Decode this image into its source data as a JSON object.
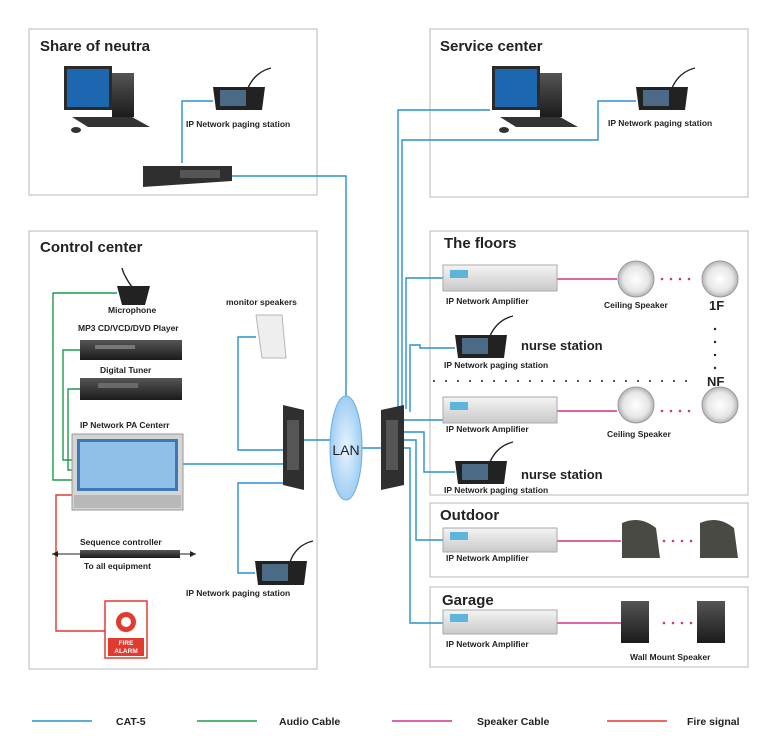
{
  "panels": {
    "share": "Share of neutra",
    "service": "Service center",
    "control": "Control center",
    "floors": "The floors",
    "outdoor": "Outdoor",
    "garage": "Garage"
  },
  "labels": {
    "paging_share": "IP Network paging station",
    "paging_service": "IP Network paging station",
    "microphone": "Microphone",
    "mp3": "MP3 CD/VCD/DVD Player",
    "tuner": "Digital Tuner",
    "pa_center": "IP Network PA Centerr",
    "sequence": "Sequence controller",
    "to_all": "To  all  equipment",
    "monitor": "monitor speakers",
    "paging_control": "IP Network paging station",
    "lan": "LAN",
    "amp_1f": "IP Network Amplifier",
    "ceiling_1f": "Ceiling Speaker",
    "floor_1f": "1F",
    "nurse_1": "nurse station",
    "paging_nurse_1": "IP Network paging station",
    "floor_nf": "NF",
    "amp_nf": "IP Network Amplifier",
    "ceiling_nf": "Ceiling Speaker",
    "nurse_2": "nurse station",
    "paging_nurse_2": "IP Network paging station",
    "amp_outdoor": "IP Network Amplifier",
    "amp_garage": "IP Network Amplifier",
    "wall_speaker": "Wall Mount Speaker",
    "fire_alarm_1": "FIRE",
    "fire_alarm_2": "ALARM"
  },
  "legend": {
    "cat5": "CAT-5",
    "audio": "Audio Cable",
    "speaker": "Speaker Cable",
    "fire": "Fire signal"
  },
  "colors": {
    "cat5": "#2b8fd1",
    "audio": "#1f9a4e",
    "speaker": "#d0338a",
    "fire": "#e23a2f"
  }
}
